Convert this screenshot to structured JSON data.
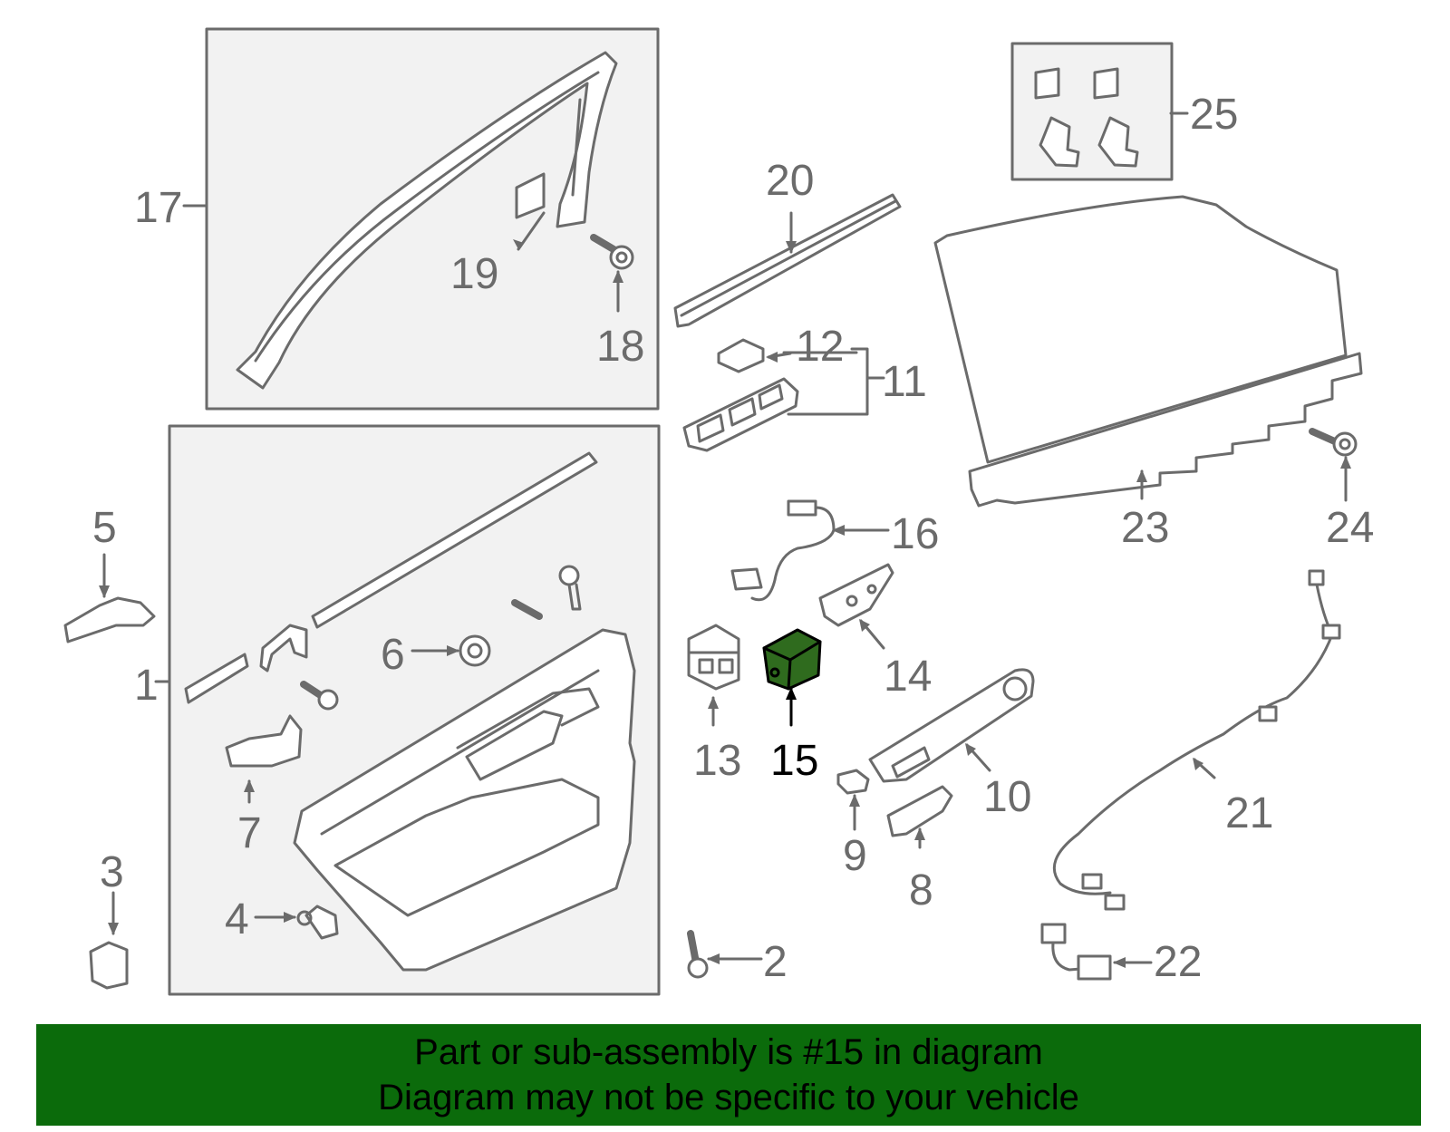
{
  "colors": {
    "stroke": "#6b6b6b",
    "box_fill": "#f2f2f2",
    "highlight_fill": "#2f6b1e",
    "banner_bg": "#0b6b0b",
    "banner_text": "#000000"
  },
  "callouts": {
    "n1": "1",
    "n2": "2",
    "n3": "3",
    "n4": "4",
    "n5": "5",
    "n6": "6",
    "n7": "7",
    "n8": "8",
    "n9": "9",
    "n10": "10",
    "n11": "11",
    "n12": "12",
    "n13": "13",
    "n14": "14",
    "n15": "15",
    "n16": "16",
    "n17": "17",
    "n18": "18",
    "n19": "19",
    "n20": "20",
    "n21": "21",
    "n22": "22",
    "n23": "23",
    "n24": "24",
    "n25": "25"
  },
  "highlighted_part": "15",
  "banner": {
    "line1": "Part or sub-assembly is #15 in diagram",
    "line2": "Diagram may not be specific to your vehicle"
  }
}
